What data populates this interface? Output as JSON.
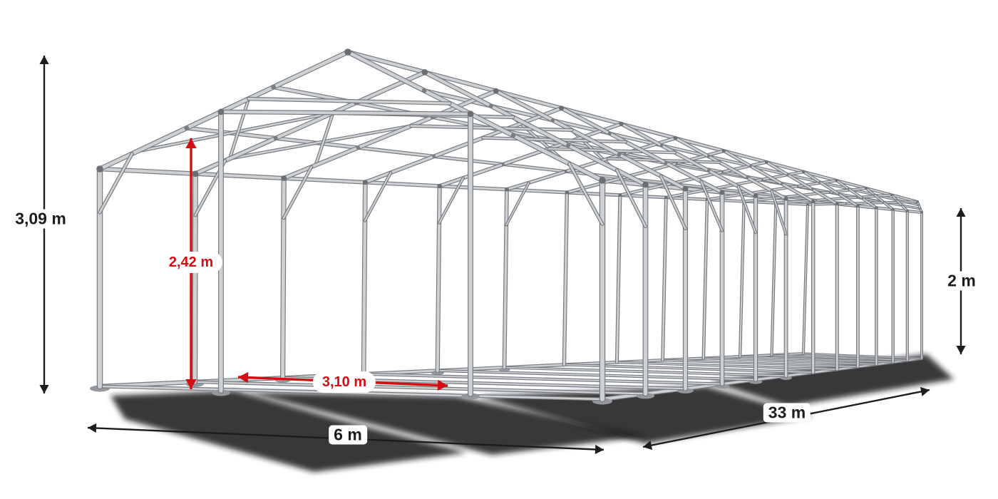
{
  "diagram": {
    "dimensions": {
      "ridge_height": "3,09 m",
      "entrance_height": "2,42 m",
      "entrance_width": "3,10 m",
      "side_height": "2 m",
      "width": "6 m",
      "length": "33 m"
    },
    "colors": {
      "dimension_black": "#1d1d1b",
      "dimension_red": "#d40d12",
      "frame_light": "#cdd1d4",
      "frame_dark": "#787c80",
      "joint_grey": "#6b6f73",
      "shadow": "#161616",
      "background": "#ffffff"
    }
  }
}
